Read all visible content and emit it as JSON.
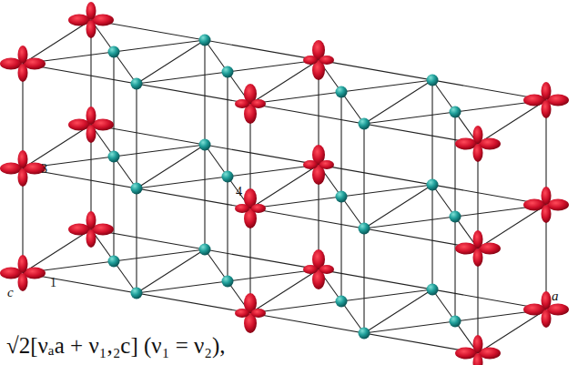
{
  "diagram": {
    "labels": [
      "3",
      "4",
      "1",
      "c",
      "a",
      "√2[νₐa + ν₁,₂c] (ν₁ = ν₂),"
    ]
  }
}
